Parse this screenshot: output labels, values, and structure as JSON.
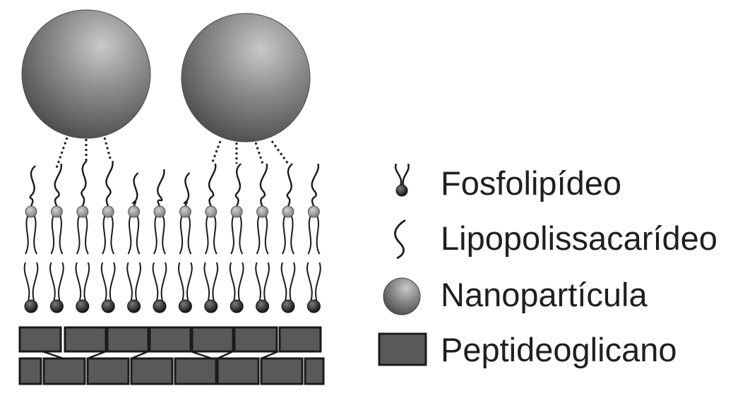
{
  "legend": {
    "items": [
      {
        "key": "phospholipid",
        "label": "Fosfolipídeo",
        "icon": "phospholipid-icon"
      },
      {
        "key": "lps",
        "label": "Lipopolissacarídeo",
        "icon": "lipopolysaccharide-icon"
      },
      {
        "key": "nanoparticle",
        "label": "Nanopartícula",
        "icon": "nanoparticle-icon"
      },
      {
        "key": "peptidoglycan",
        "label": "Peptideoglicano",
        "icon": "peptidoglycan-icon"
      }
    ]
  },
  "colors": {
    "sphere_light": "#b8b8b8",
    "sphere_dark": "#5a5a5a",
    "head_light": "#a5a5a5",
    "head_dark": "#1e1e1e",
    "block_fill": "#595959",
    "stroke": "#1a1a1a"
  },
  "diagram": {
    "nanoparticle_count": 2,
    "lipid_columns": 12,
    "peptidoglycan_rows": 2
  }
}
